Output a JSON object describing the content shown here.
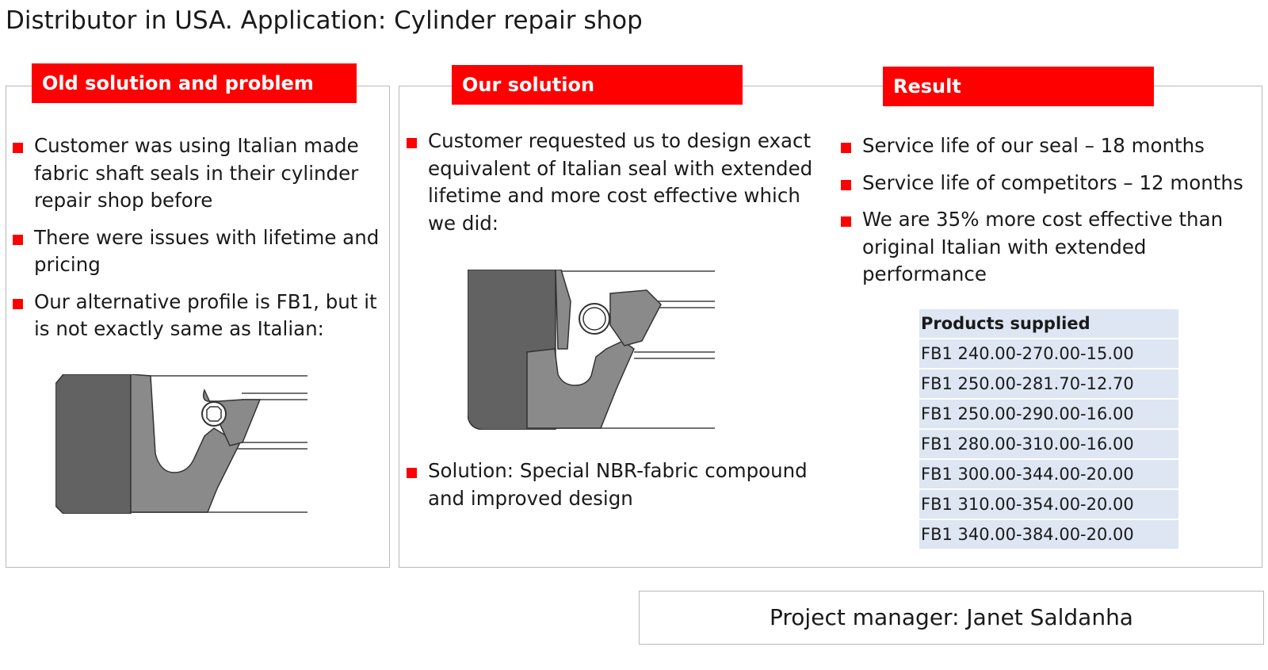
{
  "page": {
    "title": "Distributor in USA. Application: Cylinder repair shop"
  },
  "sections": {
    "old": {
      "header": "Old solution and problem",
      "bullets": [
        "Customer was using Italian made fabric shaft seals in their cylinder repair shop before",
        "There were issues with lifetime and pricing",
        "Our alternative profile is FB1, but it is not exactly same as Italian:"
      ]
    },
    "our": {
      "header": "Our solution",
      "bullets": [
        "Customer requested us to design exact equivalent of Italian seal with extended lifetime and more cost effective which we did:"
      ],
      "bullets_after": [
        "Solution: Special NBR-fabric compound and improved design"
      ]
    },
    "result": {
      "header": "Result",
      "bullets": [
        "Service life of our seal – 18 months",
        "Service life of competitors – 12 months",
        "We are 35% more cost effective than original Italian with extended performance"
      ],
      "table": {
        "header": "Products supplied",
        "rows": [
          "FB1 240.00-270.00-15.00",
          "FB1 250.00-281.70-12.70",
          "FB1 250.00-290.00-16.00",
          "FB1 280.00-310.00-16.00",
          "FB1 300.00-344.00-20.00",
          "FB1 310.00-354.00-20.00",
          "FB1 340.00-384.00-20.00"
        ]
      }
    }
  },
  "footer": {
    "project_manager": "Project manager: Janet Saldanha"
  },
  "colors": {
    "accent_red": "#ff0000",
    "table_fill": "#dde6f2",
    "housing_dark": "#626262",
    "seal_gray": "#8a8a8a"
  },
  "icons": [
    "bullet-square-icon",
    "seal-old-profile-illustration",
    "seal-new-profile-illustration"
  ]
}
